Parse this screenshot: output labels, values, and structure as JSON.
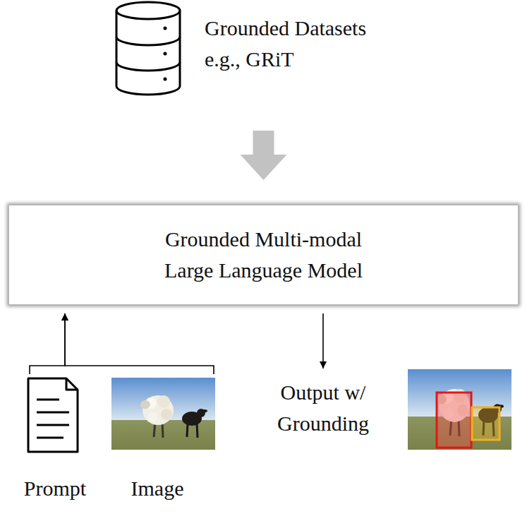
{
  "diagram": {
    "nodes": [
      {
        "text": [
          "Grounded Datasets",
          "e.g., GRiT"
        ]
      },
      {
        "text": [
          "Grounded Multi-modal Large Language Model"
        ]
      },
      {
        "text": [
          "Prompt"
        ]
      },
      {
        "text": [
          "Image"
        ]
      },
      {
        "text": [
          "Output w/ Grounding"
        ]
      }
    ],
    "edges": [
      {
        "from": 0,
        "to": 1,
        "arrow": "to"
      },
      {
        "from": 2,
        "to": 1,
        "arrow": "to"
      },
      {
        "from": 3,
        "to": 1,
        "arrow": "to"
      },
      {
        "from": 1,
        "to": 4,
        "arrow": "to"
      }
    ]
  }
}
